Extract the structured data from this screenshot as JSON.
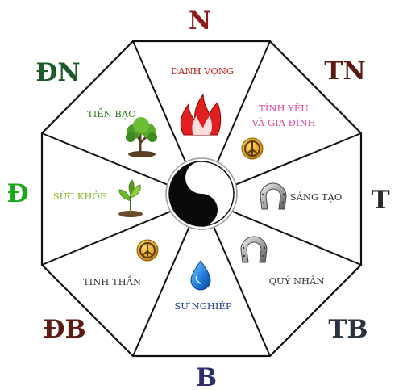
{
  "directions": {
    "n": {
      "label": "N",
      "color": "#8b1a1a"
    },
    "tn": {
      "label": "TN",
      "color": "#5b1a12"
    },
    "t": {
      "label": "T",
      "color": "#2a2a2a"
    },
    "tb": {
      "label": "TB",
      "color": "#2a3340"
    },
    "b": {
      "label": "B",
      "color": "#2e2d6b"
    },
    "db": {
      "label": "ĐB",
      "color": "#5b1a12"
    },
    "d": {
      "label": "Đ",
      "color": "#1aa81a"
    },
    "dn": {
      "label": "ĐN",
      "color": "#1d5a2a"
    }
  },
  "sectors": {
    "danh_vong": {
      "label": "DANH VỌNG",
      "color": "#c01818",
      "icon": "fire-icon"
    },
    "tinh_yeu": {
      "line1": "TÌNH YÊU",
      "line2": "VÀ GIA ĐÌNH",
      "color": "#e0459a",
      "icon": "peace-icon"
    },
    "sang_tao": {
      "label": "SÁNG TẠO",
      "color": "#333333",
      "icon": "horseshoe-icon"
    },
    "quy_nhan": {
      "label": "QUÝ NHÂN",
      "color": "#333333",
      "icon": "horseshoe-icon"
    },
    "su_nghiep": {
      "label": "SỰ NGHIỆP",
      "color": "#1f3c8a",
      "icon": "water-drop-icon"
    },
    "tinh_than": {
      "label": "TINH THẦN",
      "color": "#333333",
      "icon": "peace-icon"
    },
    "suc_khoe": {
      "label": "SỨC KHỎE",
      "color": "#7ab820",
      "icon": "seedling-icon"
    },
    "tien_bac": {
      "label": "TIỀN BẠC",
      "color": "#2e7a1e",
      "icon": "tree-icon"
    }
  },
  "center": {
    "icon": "yin-yang-icon"
  }
}
